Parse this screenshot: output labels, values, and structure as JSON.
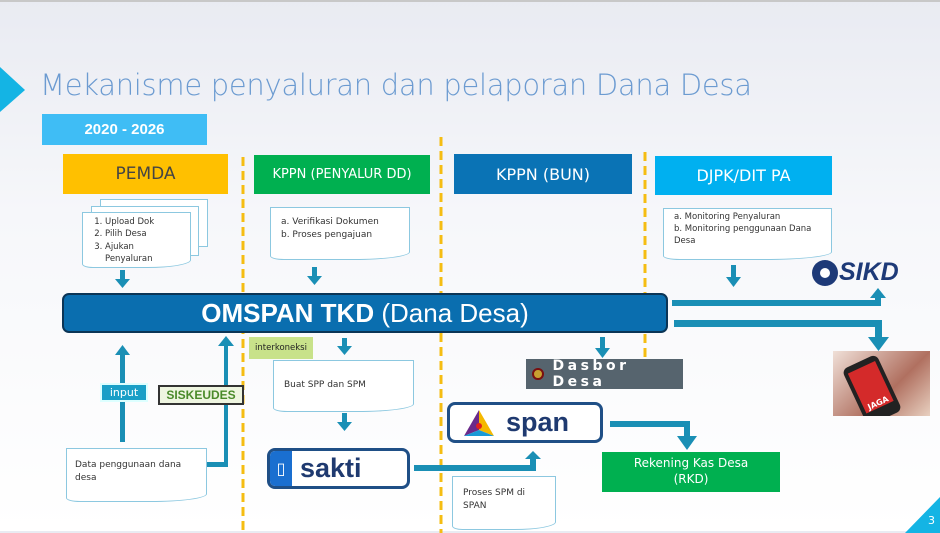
{
  "title": "Mekanisme penyaluran dan pelaporan Dana Desa",
  "period": "2020 - 2026",
  "columns": {
    "pemda": "PEMDA",
    "kppn_penyalur": "KPPN (PENYALUR DD)",
    "kppn_bun": "KPPN (BUN)",
    "djpk": "DJPK/DIT PA"
  },
  "pemda_steps": [
    "Upload Dok",
    "Pilih Desa",
    "Ajukan Penyaluran"
  ],
  "kppn_steps": [
    "a.  Verifikasi Dokumen",
    "b.  Proses pengajuan"
  ],
  "djpk_steps": [
    "a.  Monitoring Penyaluran",
    "b.  Monitoring penggunaan Dana Desa"
  ],
  "omspan": {
    "bold": "OMSPAN TKD",
    "rest": " (Dana Desa)"
  },
  "sikd": "SIKD",
  "jaga": "JAGA",
  "dasbor": "Dasbor Desa",
  "interkoneksi": "interkoneksi",
  "buat_spp": "Buat SPP dan SPM",
  "sakti": "sakti",
  "span": "span",
  "proses_spm": "Proses SPM di SPAN",
  "rkd": [
    "Rekening Kas Desa",
    "(RKD)"
  ],
  "input": "input",
  "siskeudes": "SISKEUDES",
  "data_penggunaan": "Data penggunaan dana desa",
  "page_number": "3",
  "colors": {
    "accent": "#00b0f0",
    "omspan": "#0a6eaf",
    "arrow": "#1a8fb5",
    "pemda": "#ffc000",
    "green": "#00b050"
  }
}
